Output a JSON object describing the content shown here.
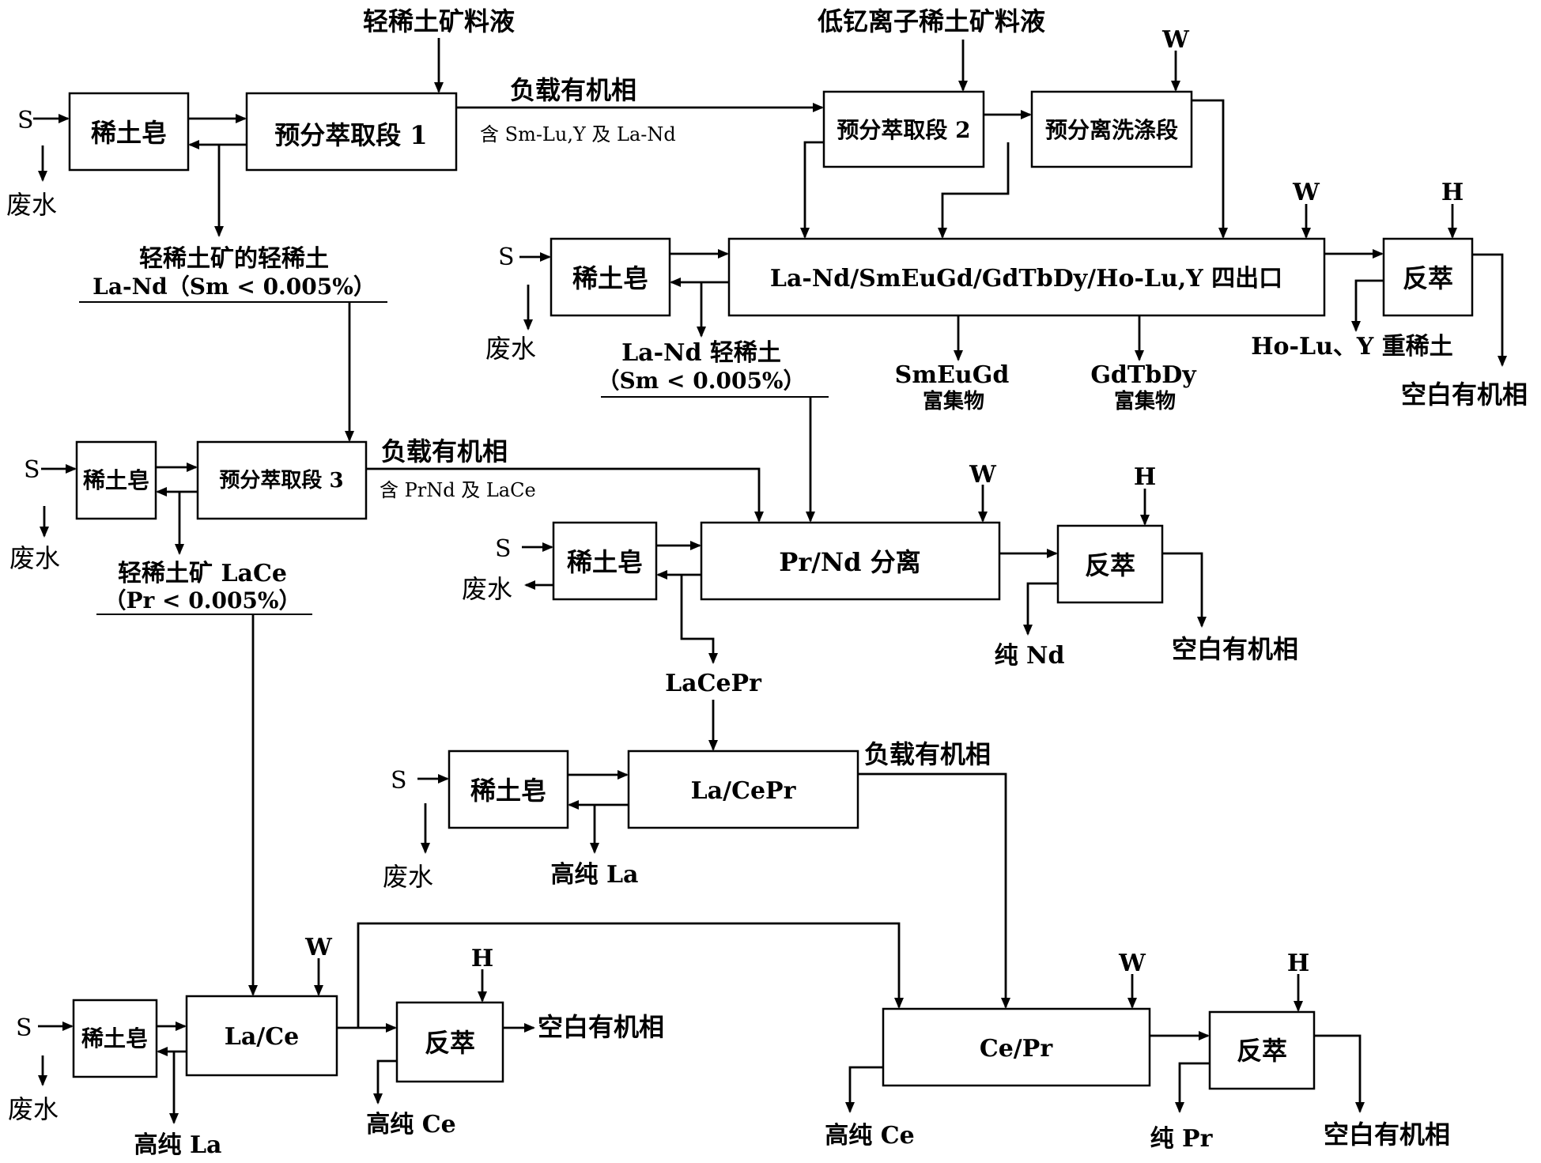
{
  "nodes": {
    "feed_light": "轻稀土矿料液",
    "feed_ion": "低钇离子稀土矿料液",
    "soap1": "稀土皂",
    "pre1": "预分萃取段 1",
    "pre2": "预分萃取段 2",
    "prewash": "预分离洗涤段",
    "soap2": "稀土皂",
    "four_outlet": "La-Nd/SmEuGd/GdTbDy/Ho-Lu,Y 四出口",
    "strip1": "反萃",
    "soap3": "稀土皂",
    "pre3": "预分萃取段 3",
    "soap4": "稀土皂",
    "prnd": "Pr/Nd 分离",
    "strip2": "反萃",
    "soap5": "稀土皂",
    "lacepr": "La/CePr",
    "soap6": "稀土皂",
    "lace": "La/Ce",
    "strip3": "反萃",
    "cepr": "Ce/Pr",
    "strip4": "反萃"
  },
  "labels": {
    "s": "S",
    "w": "W",
    "h": "H",
    "waste": "废水",
    "loaded_org": "负载有机相",
    "contains1": "含 Sm-Lu,Y 及 La-Nd",
    "contains3": "含 PrNd 及 LaCe",
    "light_re_1": "轻稀土矿的轻稀土",
    "light_re_2": "La-Nd（Sm < 0.005%）",
    "lande_1": "La-Nd 轻稀土",
    "lande_2": "（Sm < 0.005%）",
    "smeugd_1": "SmEuGd",
    "smeugd_2": "富集物",
    "gdtbdy_1": "GdTbDy",
    "gdtbdy_2": "富集物",
    "holu": "Ho-Lu、Y 重稀土",
    "blank_org": "空白有机相",
    "lace_ore_1": "轻稀土矿 LaCe",
    "lace_ore_2": "（Pr < 0.005%）",
    "pure_nd": "纯 Nd",
    "lacepr_label": "LaCePr",
    "hp_la": "高纯 La",
    "hp_ce": "高纯 Ce",
    "pure_pr": "纯 Pr"
  },
  "colors": {
    "ink": "#000000",
    "paper": "#ffffff"
  }
}
